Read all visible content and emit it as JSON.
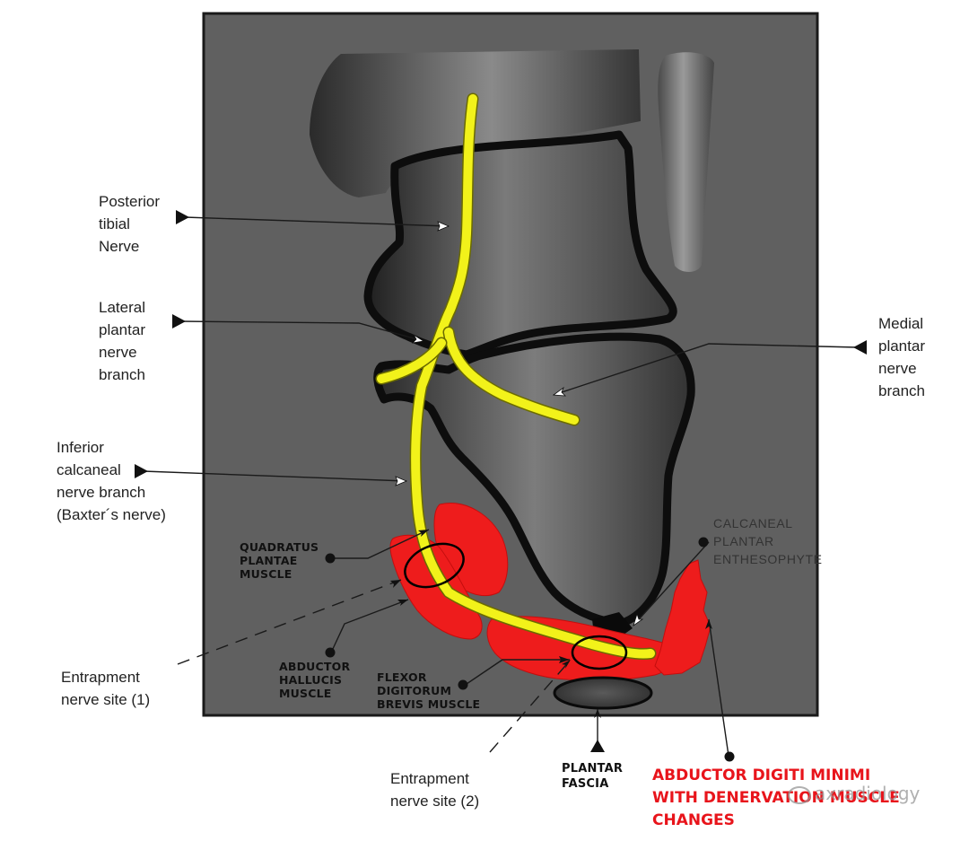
{
  "labels": {
    "posterior_tibial": [
      "Posterior",
      "tibial",
      "Nerve"
    ],
    "lateral_plantar": [
      "Lateral",
      "plantar",
      "nerve",
      "branch"
    ],
    "medial_plantar": [
      "Medial",
      "plantar",
      "nerve",
      "branch"
    ],
    "inferior_calcaneal": [
      "Inferior",
      "calcaneal",
      "nerve branch",
      "(Baxter´s nerve)"
    ],
    "quadratus_plantae": [
      "QUADRATUS",
      "PLANTAE",
      "MUSCLE"
    ],
    "calcaneal_enthesophyte": [
      "CALCANEAL",
      "PLANTAR",
      "ENTHESOPHYTE"
    ],
    "abductor_hallucis": [
      "ABDUCTOR",
      "HALLUCIS",
      "MUSCLE"
    ],
    "flexor_digitorum": [
      "FLEXOR",
      "DIGITORUM",
      "BREVIS MUSCLE"
    ],
    "entrapment_1": [
      "Entrapment",
      "nerve site (1)"
    ],
    "entrapment_2": [
      "Entrapment",
      "nerve site (2)"
    ],
    "plantar_fascia": [
      "PLANTAR",
      "FASCIA"
    ],
    "abductor_digiti_minimi": [
      "ABDUCTOR DIGITI MINIMI",
      "WITH DENERVATION MUSCLE",
      "CHANGES"
    ]
  },
  "watermark": "axradiology",
  "colors": {
    "background_panel": "#606060",
    "nerve": "#f2f21a",
    "muscle": "#ee1c1c",
    "label_red": "#e8141b"
  }
}
